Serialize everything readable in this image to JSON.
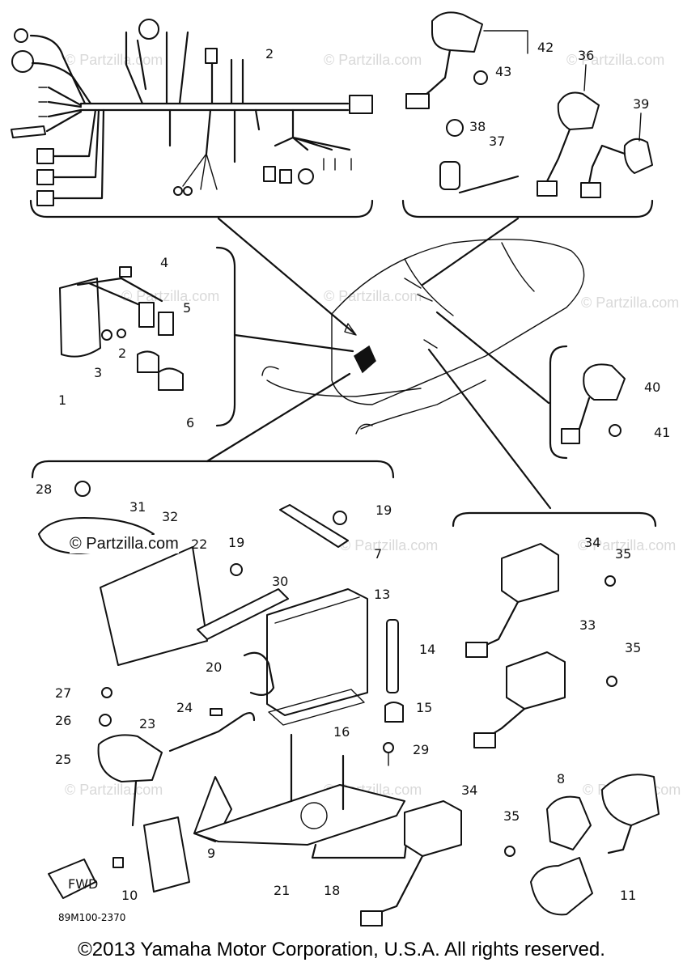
{
  "watermark_text": "© Partzilla.com",
  "stamp_text": "© Partzilla.com",
  "drawing_code": "89M100-2370",
  "fwd_label": "FWD",
  "copyright": "©2013 Yamaha Motor Corporation, U.S.A. All rights reserved.",
  "callouts": {
    "c1": "1",
    "c2a": "2",
    "c2b": "2",
    "c3": "3",
    "c4": "4",
    "c5": "5",
    "c6": "6",
    "c7": "7",
    "c8": "8",
    "c9": "9",
    "c10": "10",
    "c11": "11",
    "c13": "13",
    "c14": "14",
    "c15": "15",
    "c16": "16",
    "c18": "18",
    "c19a": "19",
    "c19b": "19",
    "c20": "20",
    "c21": "21",
    "c22": "22",
    "c23": "23",
    "c24": "24",
    "c25": "25",
    "c26": "26",
    "c27": "27",
    "c28": "28",
    "c29": "29",
    "c30": "30",
    "c31": "31",
    "c32": "32",
    "c33": "33",
    "c34a": "34",
    "c34b": "34",
    "c35a": "35",
    "c35b": "35",
    "c35c": "35",
    "c36": "36",
    "c37": "37",
    "c38": "38",
    "c39": "39",
    "c40": "40",
    "c41": "41",
    "c42": "42",
    "c43": "43"
  }
}
